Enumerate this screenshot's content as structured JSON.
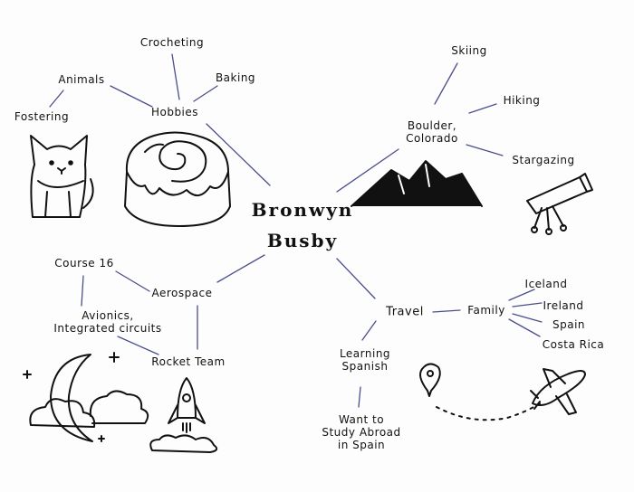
{
  "center": {
    "line1": "Bronwyn",
    "line2": "Busby"
  },
  "nodes": {
    "crocheting": "Crocheting",
    "animals": "Animals",
    "baking": "Baking",
    "fostering": "Fostering",
    "hobbies": "Hobbies",
    "skiing": "Skiing",
    "hiking": "Hiking",
    "boulder": "Boulder,\nColorado",
    "stargazing": "Stargazing",
    "course16": "Course 16",
    "aerospace": "Aerospace",
    "avionics": "Avionics,\nIntegrated circuits",
    "rocket_team": "Rocket Team",
    "travel": "Travel",
    "family": "Family",
    "iceland": "Iceland",
    "ireland": "Ireland",
    "spain": "Spain",
    "costa_rica": "Costa Rica",
    "learning_spanish": "Learning\nSpanish",
    "study_abroad": "Want to\nStudy Abroad\nin Spain"
  },
  "colors": {
    "link": "#4a4e8c",
    "ink": "#111111"
  },
  "icons": [
    "cat-sketch",
    "cinnamon-roll-sketch",
    "mountains-sketch",
    "telescope-sketch",
    "moon-clouds-sketch",
    "rocket-sketch",
    "location-pin-sketch",
    "airplane-sketch"
  ]
}
